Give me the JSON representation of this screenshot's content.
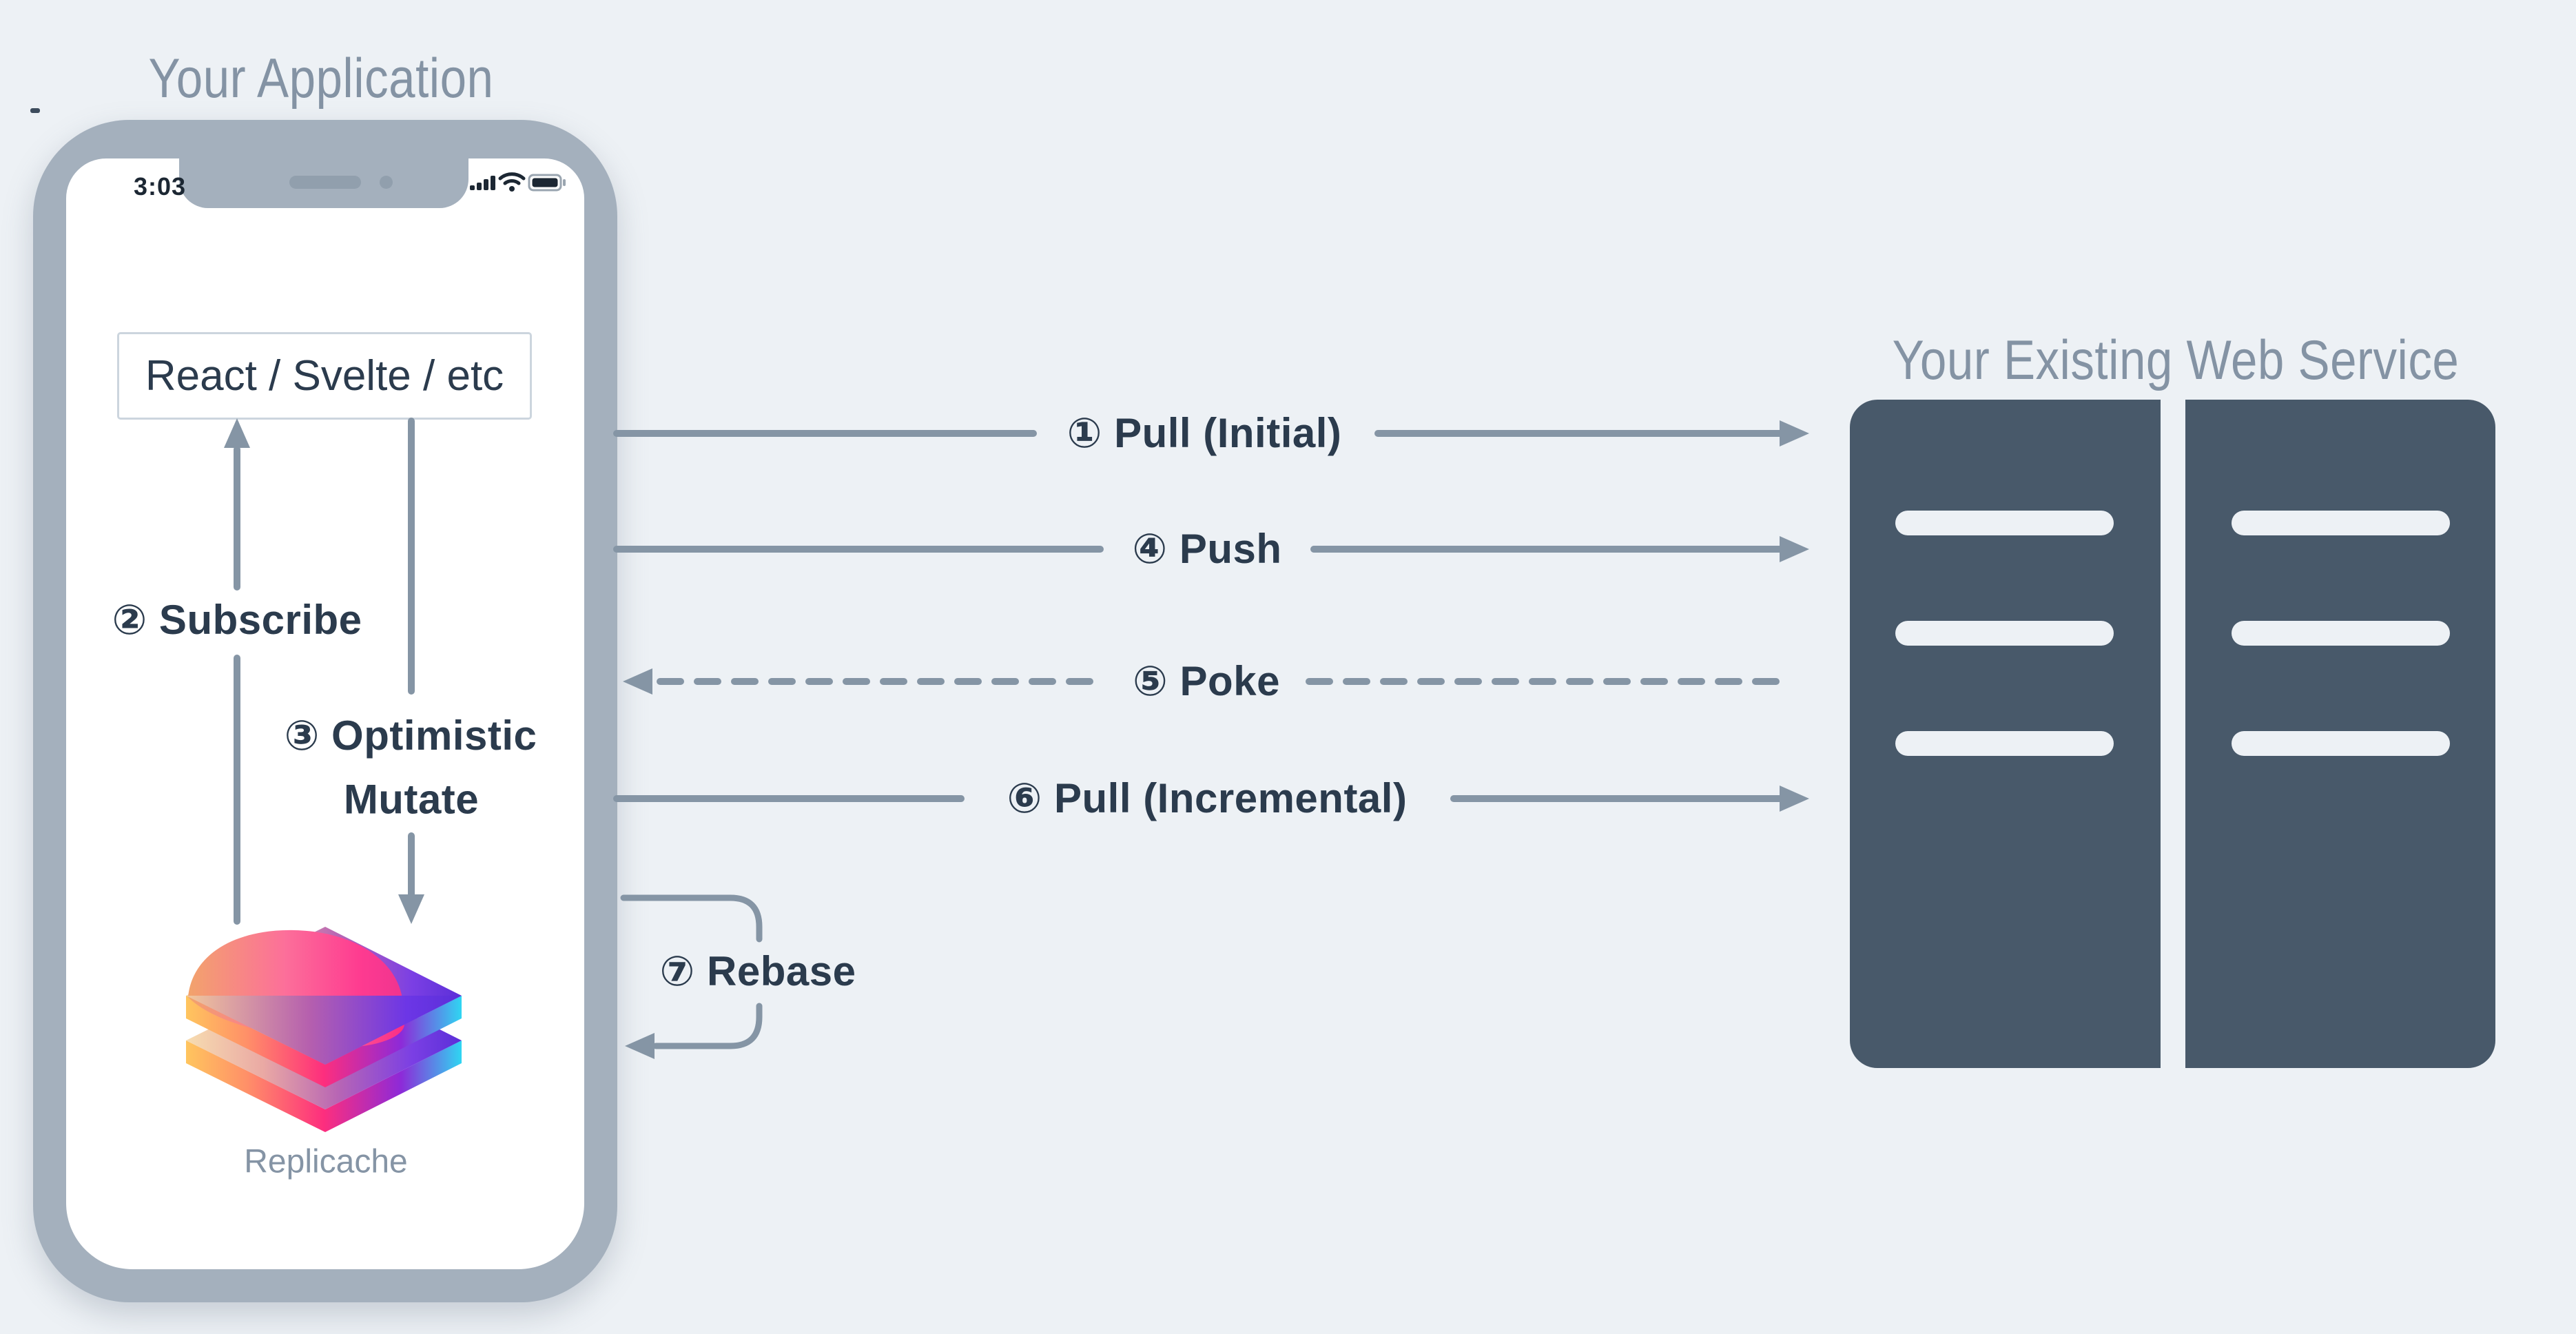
{
  "diagram": {
    "left": {
      "title": "Your Application",
      "phone": {
        "status_bar": {
          "time": "3:03",
          "icons": [
            "cellular-signal-icon",
            "wifi-icon",
            "battery-icon"
          ]
        },
        "ui_box": "React / Svelte / etc",
        "logo": "replicache-logo",
        "logo_caption": "Replicache"
      },
      "internal_flows": [
        {
          "step": 2,
          "label": "② Subscribe",
          "from": "Replicache",
          "to": "React / Svelte / etc",
          "style": "solid",
          "direction": "up"
        },
        {
          "step": 3,
          "label_line1": "③ Optimistic",
          "label_line2": "Mutate",
          "from": "React / Svelte / etc",
          "to": "Replicache",
          "style": "solid",
          "direction": "down"
        }
      ]
    },
    "right": {
      "title": "Your Existing Web Service",
      "icon": "server-racks"
    },
    "network_flows": [
      {
        "step": 1,
        "label": "① Pull (Initial)",
        "style": "solid",
        "direction": "app-to-server"
      },
      {
        "step": 4,
        "label": "④ Push",
        "style": "solid",
        "direction": "app-to-server"
      },
      {
        "step": 5,
        "label": "⑤ Poke",
        "style": "dashed",
        "direction": "server-to-app"
      },
      {
        "step": 6,
        "label": "⑥ Pull (Incremental)",
        "style": "solid",
        "direction": "app-to-server"
      },
      {
        "step": 7,
        "label": "⑦ Rebase",
        "style": "solid-loop",
        "direction": "loop-back-to-app"
      }
    ],
    "colors": {
      "background": "#edf1f5",
      "label_text": "#2b3b4d",
      "muted_text": "#8493a4",
      "line": "#8595a5",
      "phone_bezel": "#a4b0bd",
      "server_fill": "#48596a",
      "box_border": "#ccd5de"
    }
  }
}
